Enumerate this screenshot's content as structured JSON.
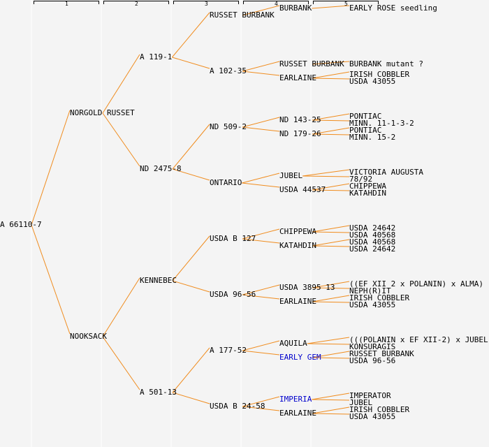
{
  "colors": {
    "background": "#f4f4f4",
    "separator": "#ffffff",
    "edge": "#f08c1e",
    "text": "#000000",
    "link": "#0000cc"
  },
  "generations": [
    "1",
    "2",
    "3",
    "4",
    "5"
  ],
  "pedigree": {
    "name": "A 66110-7",
    "children": [
      {
        "name": "NORGOLD RUSSET",
        "children": [
          {
            "name": "A 119-1",
            "children": [
              {
                "name": "RUSSET BURBANK",
                "children": [
                  {
                    "name": "BURBANK",
                    "children": [
                      {
                        "name": "EARLY ROSE seedling"
                      }
                    ]
                  }
                ]
              },
              {
                "name": "A 102-35",
                "children": [
                  {
                    "name": "RUSSET BURBANK",
                    "children": [
                      {
                        "name": "BURBANK mutant ?"
                      }
                    ]
                  },
                  {
                    "name": "EARLAINE",
                    "children": [
                      {
                        "name": "IRISH COBBLER"
                      },
                      {
                        "name": "USDA 43055"
                      }
                    ]
                  }
                ]
              }
            ]
          },
          {
            "name": "ND 2475-8",
            "children": [
              {
                "name": "ND 509-2",
                "children": [
                  {
                    "name": "ND 143-25",
                    "children": [
                      {
                        "name": "PONTIAC"
                      },
                      {
                        "name": "MINN. 11-1-3-2"
                      }
                    ]
                  },
                  {
                    "name": "ND 179-26",
                    "children": [
                      {
                        "name": "PONTIAC"
                      },
                      {
                        "name": "MINN. 15-2"
                      }
                    ]
                  }
                ]
              },
              {
                "name": "ONTARIO",
                "children": [
                  {
                    "name": "JUBEL",
                    "children": [
                      {
                        "name": "VICTORIA AUGUSTA"
                      },
                      {
                        "name": "78/92"
                      }
                    ]
                  },
                  {
                    "name": "USDA 44537",
                    "children": [
                      {
                        "name": "CHIPPEWA"
                      },
                      {
                        "name": "KATAHDIN"
                      }
                    ]
                  }
                ]
              }
            ]
          }
        ]
      },
      {
        "name": "NOOKSACK",
        "children": [
          {
            "name": "KENNEBEC",
            "children": [
              {
                "name": "USDA B 127",
                "children": [
                  {
                    "name": "CHIPPEWA",
                    "children": [
                      {
                        "name": "USDA 24642"
                      },
                      {
                        "name": "USDA 40568"
                      }
                    ]
                  },
                  {
                    "name": "KATAHDIN",
                    "children": [
                      {
                        "name": "USDA 40568"
                      },
                      {
                        "name": "USDA 24642"
                      }
                    ]
                  }
                ]
              },
              {
                "name": "USDA 96-56",
                "children": [
                  {
                    "name": "USDA 3895 13",
                    "children": [
                      {
                        "name": "((EF XII 2 x POLANIN) x ALMA)"
                      },
                      {
                        "name": "NEPH(R)IT"
                      }
                    ]
                  },
                  {
                    "name": "EARLAINE",
                    "children": [
                      {
                        "name": "IRISH COBBLER"
                      },
                      {
                        "name": "USDA 43055"
                      }
                    ]
                  }
                ]
              }
            ]
          },
          {
            "name": "A 501-13",
            "children": [
              {
                "name": "A 177-52",
                "children": [
                  {
                    "name": "AQUILA",
                    "children": [
                      {
                        "name": "(((POLANIN x EF XII-2) x JUBEL) x"
                      },
                      {
                        "name": "KONSURAGIS"
                      }
                    ]
                  },
                  {
                    "name": "EARLY GEM",
                    "link": true,
                    "children": [
                      {
                        "name": "RUSSET BURBANK"
                      },
                      {
                        "name": "USDA 96-56"
                      }
                    ]
                  }
                ]
              },
              {
                "name": "USDA B 24-58",
                "children": [
                  {
                    "name": "IMPERIA",
                    "link": true,
                    "children": [
                      {
                        "name": "IMPERATOR"
                      },
                      {
                        "name": "JUBEL"
                      }
                    ]
                  },
                  {
                    "name": "EARLAINE",
                    "children": [
                      {
                        "name": "IRISH COBBLER"
                      },
                      {
                        "name": "USDA 43055"
                      }
                    ]
                  }
                ]
              }
            ]
          }
        ]
      }
    ]
  }
}
